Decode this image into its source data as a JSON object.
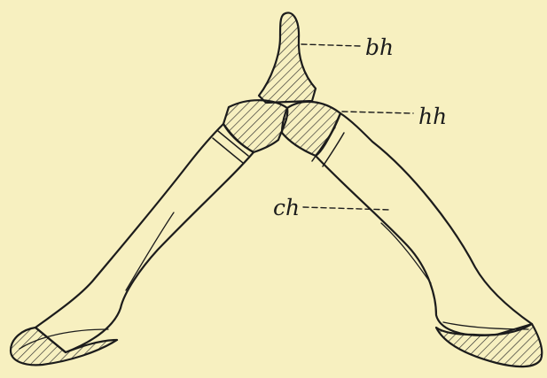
{
  "labels": {
    "bh": "bh",
    "hh": "hh",
    "ch": "ch"
  },
  "colors": {
    "background": "#f7f0c0",
    "ink": "#1c1c1c"
  }
}
